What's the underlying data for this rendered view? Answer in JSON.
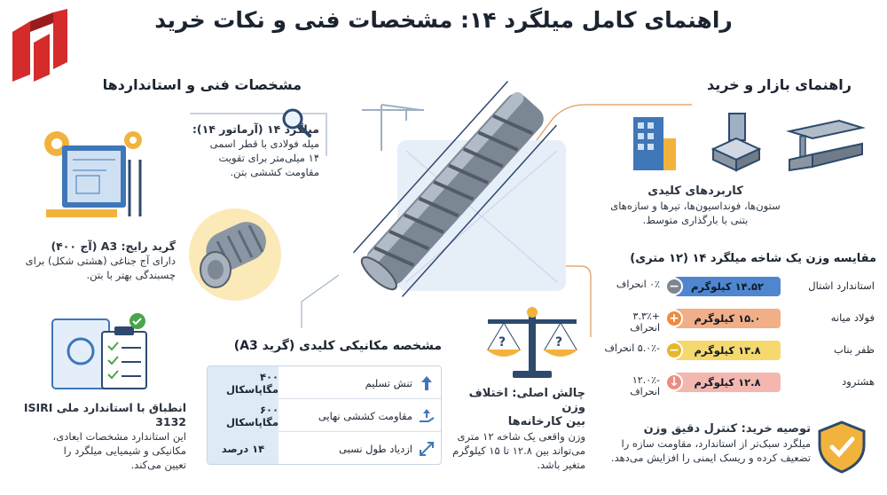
{
  "title": "راهنمای کامل میلگرد ۱۴: مشخصات فنی و نکات خرید",
  "left_section": {
    "title": "مشخصات فنی و استانداردها",
    "rebar_intro": {
      "heading": "میلگرد ۱۴ (آرماتور ۱۴):",
      "line1": "میله فولادی با قطر اسمی",
      "line2": "۱۴ میلی‌متر برای تقویت",
      "line3": "مقاومت کششی بتن."
    },
    "grade": {
      "heading": "گرید رایج: A3 (آج ۴۰۰)",
      "line1": "دارای آج جناغی (هشتی شکل) برای",
      "line2": "چسبندگی بهتر با بتن."
    },
    "standard": {
      "heading": "انطباق با استاندارد ملی ISIRI 3132",
      "line1": "این استاندارد مشخصات ابعادی،",
      "line2": "مکانیکی و شیمیایی میلگرد را",
      "line3": "تعیین می‌کند."
    }
  },
  "mechanical": {
    "title": "مشخصه مکانیکی کلیدی (گرید A3)",
    "rows": [
      {
        "label": "تنش تسلیم",
        "value": "۴۰۰ مگاپاسکال",
        "icon": "arrow-up-icon"
      },
      {
        "label": "مقاومت کششی نهایی",
        "value": "۶۰۰ مگاپاسکال",
        "icon": "hand-arrow-icon"
      },
      {
        "label": "ازدیاد طول نسبی",
        "value": "۱۴ درصد",
        "icon": "diagonal-arrow-icon"
      }
    ]
  },
  "challenge": {
    "heading1": "چالش اصلی: اختلاف وزن",
    "heading2": "بین کارخانه‌ها",
    "line1": "وزن واقعی یک شاخه ۱۲ متری",
    "line2": "می‌تواند بین ۱۲.۸ تا ۱۵ کیلوگرم",
    "line3": "متغیر باشد."
  },
  "right_section": {
    "title": "راهنمای بازار و خرید",
    "applications": {
      "heading": "کاربردهای کلیدی",
      "line1": "ستون‌ها، فونداسیون‌ها، تیرها و سازه‌های",
      "line2": "بتنی با بارگذاری متوسط."
    },
    "comparison": {
      "title": "مقایسه وزن یک شاخه میلگرد ۱۴ (۱۲ متری)",
      "rows": [
        {
          "name": "استاندارد اشتال",
          "weight": "۱۴.۵۲ کیلوگرم",
          "deviation": "۰٪ انحراف",
          "symbol": "−",
          "color": "#4f86cf",
          "badge": "#7d8792"
        },
        {
          "name": "فولاد میانه",
          "weight": "۱۵.۰ کیلوگرم",
          "deviation": "+۳.۳٪ انحراف",
          "symbol": "+",
          "color": "#f2ae86",
          "badge": "#f08a3a"
        },
        {
          "name": "ظفر بناب",
          "weight": "۱۳.۸ کیلوگرم",
          "deviation": "-۵.۰٪ انحراف",
          "symbol": "−",
          "color": "#f5d86e",
          "badge": "#e6b72a"
        },
        {
          "name": "هشترود",
          "weight": "۱۲.۸ کیلوگرم",
          "deviation": "-۱۲.۰٪ انحراف",
          "symbol": "↓",
          "color": "#f3b7b0",
          "badge": "#ee8c82"
        }
      ]
    },
    "tip": {
      "heading": "توصیه خرید: کنترل دقیق وزن",
      "line1": "میلگرد سبک‌تر از استاندارد، مقاومت سازه را",
      "line2": "تضعیف کرده و ریسک ایمنی را افزایش می‌دهد."
    }
  },
  "colors": {
    "accent_orange": "#e0975a",
    "connector_blue": "#90a4bd",
    "logo_red": "#d52b2b"
  }
}
